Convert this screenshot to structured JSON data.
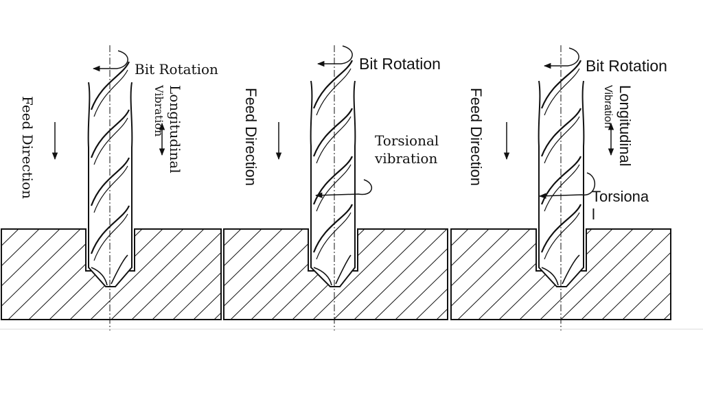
{
  "colors": {
    "ink": "#111111",
    "background": "#ffffff"
  },
  "panels": [
    {
      "id": "longitudinal",
      "label_font": "serif",
      "rotation_label": "Bit Rotation",
      "feed_label": "Feed Direction",
      "vibration_lines": [
        "Longitudinal",
        "Vibration"
      ],
      "torsion_lines": []
    },
    {
      "id": "torsional",
      "label_font": "sans",
      "rotation_label": "Bit Rotation",
      "feed_label": "Feed Direction",
      "vibration_lines": [],
      "torsion_lines": [
        "Torsional",
        "vibration"
      ]
    },
    {
      "id": "combined",
      "label_font": "sans",
      "rotation_label": "Bit Rotation",
      "feed_label": "Feed Direction",
      "vibration_lines": [
        "Longitudinal",
        "Vibration"
      ],
      "torsion_lines": [
        "Torsiona",
        "l"
      ]
    }
  ]
}
